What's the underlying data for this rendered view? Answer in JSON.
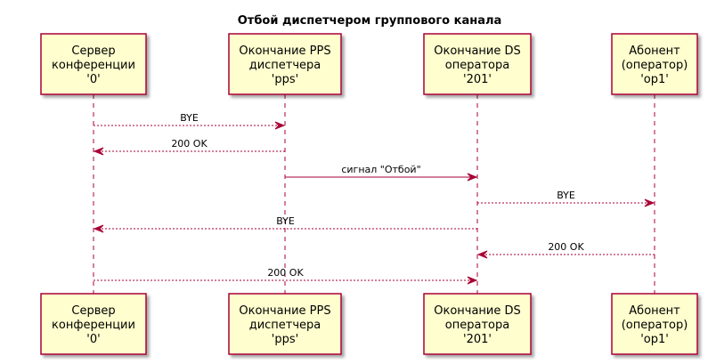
{
  "title": "Отбой диспетчером группового канала",
  "participants": [
    {
      "id": "server",
      "lines": [
        "Сервер",
        "конференции",
        "'0'"
      ]
    },
    {
      "id": "pps",
      "lines": [
        "Окончание PPS",
        "диспетчера",
        "'pps'"
      ]
    },
    {
      "id": "ds",
      "lines": [
        "Окончание DS",
        "оператора",
        "'201'"
      ]
    },
    {
      "id": "op1",
      "lines": [
        "Абонент",
        "(оператор)",
        "'op1'"
      ]
    }
  ],
  "messages": [
    {
      "from": "server",
      "to": "pps",
      "label": "BYE",
      "style": "dashed"
    },
    {
      "from": "pps",
      "to": "server",
      "label": "200 OK",
      "style": "dashed"
    },
    {
      "from": "pps",
      "to": "ds",
      "label": "сигнал \"Отбой\"",
      "style": "solid"
    },
    {
      "from": "ds",
      "to": "op1",
      "label": "BYE",
      "style": "dashed"
    },
    {
      "from": "ds",
      "to": "server",
      "label": "BYE",
      "style": "dashed"
    },
    {
      "from": "op1",
      "to": "ds",
      "label": "200 OK",
      "style": "dashed"
    },
    {
      "from": "server",
      "to": "ds",
      "label": "200 OK",
      "style": "dashed"
    }
  ],
  "colors": {
    "border": "#A80036",
    "fill": "#FEFECE"
  }
}
